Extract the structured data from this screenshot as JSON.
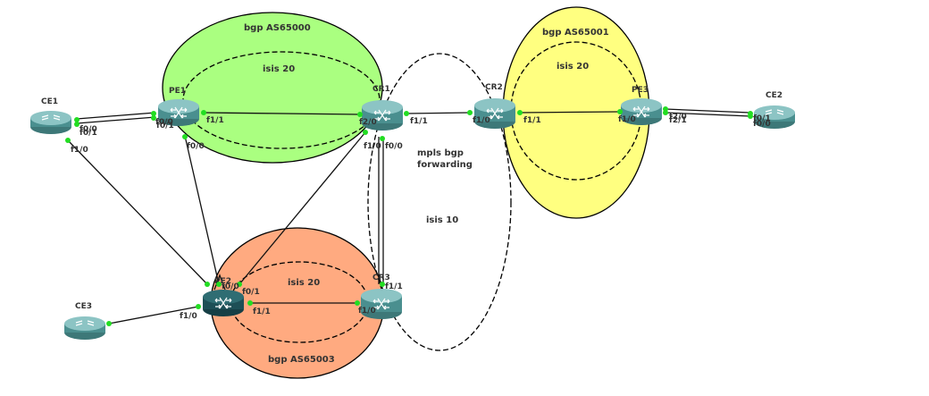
{
  "colors": {
    "bgp_as65000": "#aaff80",
    "bgp_as65001": "#ffff80",
    "bgp_as65003": "#ffaa80",
    "router_body": "#4a8f8f",
    "router_top": "#8cc4c4",
    "router_dark": "#1d4f56",
    "port_dot": "#22dd22"
  },
  "zones": {
    "as65000": "bgp AS65000",
    "as65001": "bgp AS65001",
    "as65003": "bgp AS65003",
    "isis20_a": "isis 20",
    "isis20_b": "isis 20",
    "isis20_c": "isis 20",
    "isis10": "isis 10",
    "mpls_line1": "mpls bgp",
    "mpls_line2": "forwarding"
  },
  "devices": {
    "ce1": {
      "label": "CE1",
      "icon": "router-icon"
    },
    "pe1": {
      "label": "PE1",
      "icon": "switch-router-icon"
    },
    "cr1": {
      "label": "CR1",
      "icon": "switch-router-icon"
    },
    "cr2": {
      "label": "CR2",
      "icon": "switch-router-icon"
    },
    "pe3": {
      "label": "PE3",
      "icon": "switch-router-icon"
    },
    "ce2": {
      "label": "CE2",
      "icon": "router-icon"
    },
    "pe2": {
      "label": "PE2",
      "icon": "switch-router-icon"
    },
    "cr3": {
      "label": "CR3",
      "icon": "switch-router-icon"
    },
    "ce3": {
      "label": "CE3",
      "icon": "router-icon"
    }
  },
  "interfaces": {
    "ce1_f00": "f0/0",
    "ce1_f01": "f0/1",
    "ce1_f10": "f1/0",
    "pe1_f00a": "f0/0",
    "pe1_f01": "f0/1",
    "pe1_f11": "f1/1",
    "pe1_f00b": "f0/0",
    "cr1_f20": "f2/0",
    "cr1_f11": "f1/1",
    "cr1_f10": "f1/0",
    "cr1_f00": "f0/0",
    "cr2_f10": "f1/0",
    "cr2_f11": "f1/1",
    "pe3_f10": "f1/0",
    "pe3_f20": "f2/0",
    "pe3_f21": "f2/1",
    "ce2_f01": "f0/1",
    "ce2_f00": "f0/0",
    "pe2_f00": "f0/0",
    "pe2_f01": "f0/1",
    "pe2_f11": "f1/1",
    "pe2_f10": "f1/0",
    "cr3_f11": "f1/1",
    "cr3_f10": "f1/0"
  }
}
